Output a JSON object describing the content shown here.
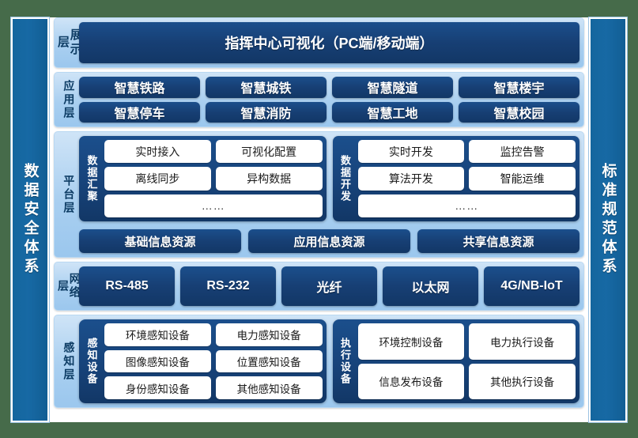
{
  "colors": {
    "page_background": "#466b4a",
    "card_background": "#ffffff",
    "pillar_blue": "#14669e",
    "layer_band_blue": "#a9cff0",
    "chip_navy": "#173f74",
    "chip_text": "#ffffff",
    "white_chip_text": "#1a1a1a"
  },
  "left_pillar": {
    "label": "数据安全体系"
  },
  "right_pillar": {
    "label": "标准规范体系"
  },
  "layers": {
    "presentation": {
      "label": "展示层",
      "banner": "指挥中心可视化（PC端/移动端）"
    },
    "application": {
      "label": "应用层",
      "row1": [
        "智慧铁路",
        "智慧城铁",
        "智慧隧道",
        "智慧楼宇"
      ],
      "row2": [
        "智慧停车",
        "智慧消防",
        "智慧工地",
        "智慧校园"
      ]
    },
    "platform": {
      "label": "平台层",
      "groups": [
        {
          "title": "数据汇聚",
          "row1": [
            "实时接入",
            "可视化配置"
          ],
          "row2": [
            "离线同步",
            "异构数据"
          ],
          "row3": [
            "……"
          ]
        },
        {
          "title": "数据开发",
          "row1": [
            "实时开发",
            "监控告警"
          ],
          "row2": [
            "算法开发",
            "智能运维"
          ],
          "row3": [
            "……"
          ]
        }
      ],
      "resources": [
        "基础信息资源",
        "应用信息资源",
        "共享信息资源"
      ]
    },
    "network": {
      "label": "网络层",
      "items": [
        "RS-485",
        "RS-232",
        "光纤",
        "以太网",
        "4G/NB-IoT"
      ]
    },
    "perception": {
      "label": "感知层",
      "groups": [
        {
          "title": "感知设备",
          "row1": [
            "环境感知设备",
            "电力感知设备"
          ],
          "row2": [
            "图像感知设备",
            "位置感知设备"
          ],
          "row3": [
            "身份感知设备",
            "其他感知设备"
          ]
        },
        {
          "title": "执行设备",
          "row1": [
            "环境控制设备",
            "电力执行设备"
          ],
          "row2": [
            "信息发布设备",
            "其他执行设备"
          ]
        }
      ]
    }
  }
}
